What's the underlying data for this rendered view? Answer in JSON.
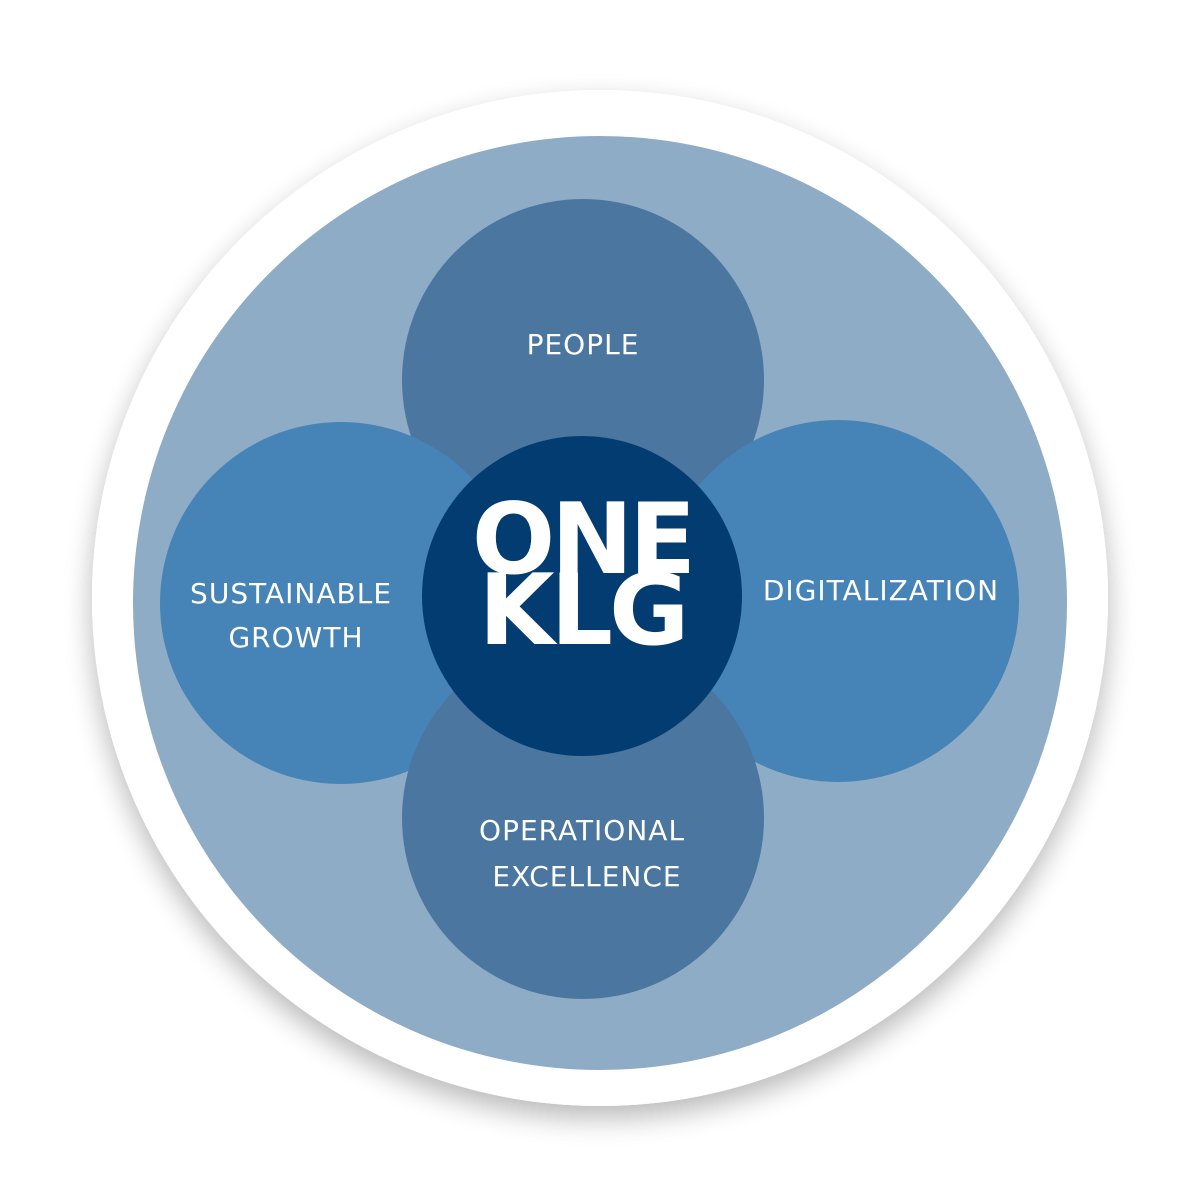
{
  "colors": {
    "page_bg": "#ffffff",
    "outer_ring": "#ffffff",
    "outer_ring_shadow": "#d9d9d9",
    "outer_disc": "#8eacc6",
    "people_circle": "#4a76a0",
    "growth_circle": "#4683b6",
    "digital_circle": "#4683b6",
    "opex_circle": "#4a76a0",
    "center_circle": "#033c70",
    "text": "#ffffff"
  },
  "center_logo": {
    "line1": "ONE",
    "line2": "KLG",
    "icon": "one-klg-logo"
  },
  "pillars": {
    "people": {
      "lines": [
        "PEOPLE"
      ]
    },
    "sustainable_growth": {
      "lines": [
        "SUSTAINABLE",
        "GROWTH"
      ]
    },
    "digitalization": {
      "lines": [
        "DIGITALIZATION"
      ]
    },
    "operational_excellence": {
      "lines": [
        "OPERATIONAL",
        "EXCELLENCE"
      ]
    }
  }
}
